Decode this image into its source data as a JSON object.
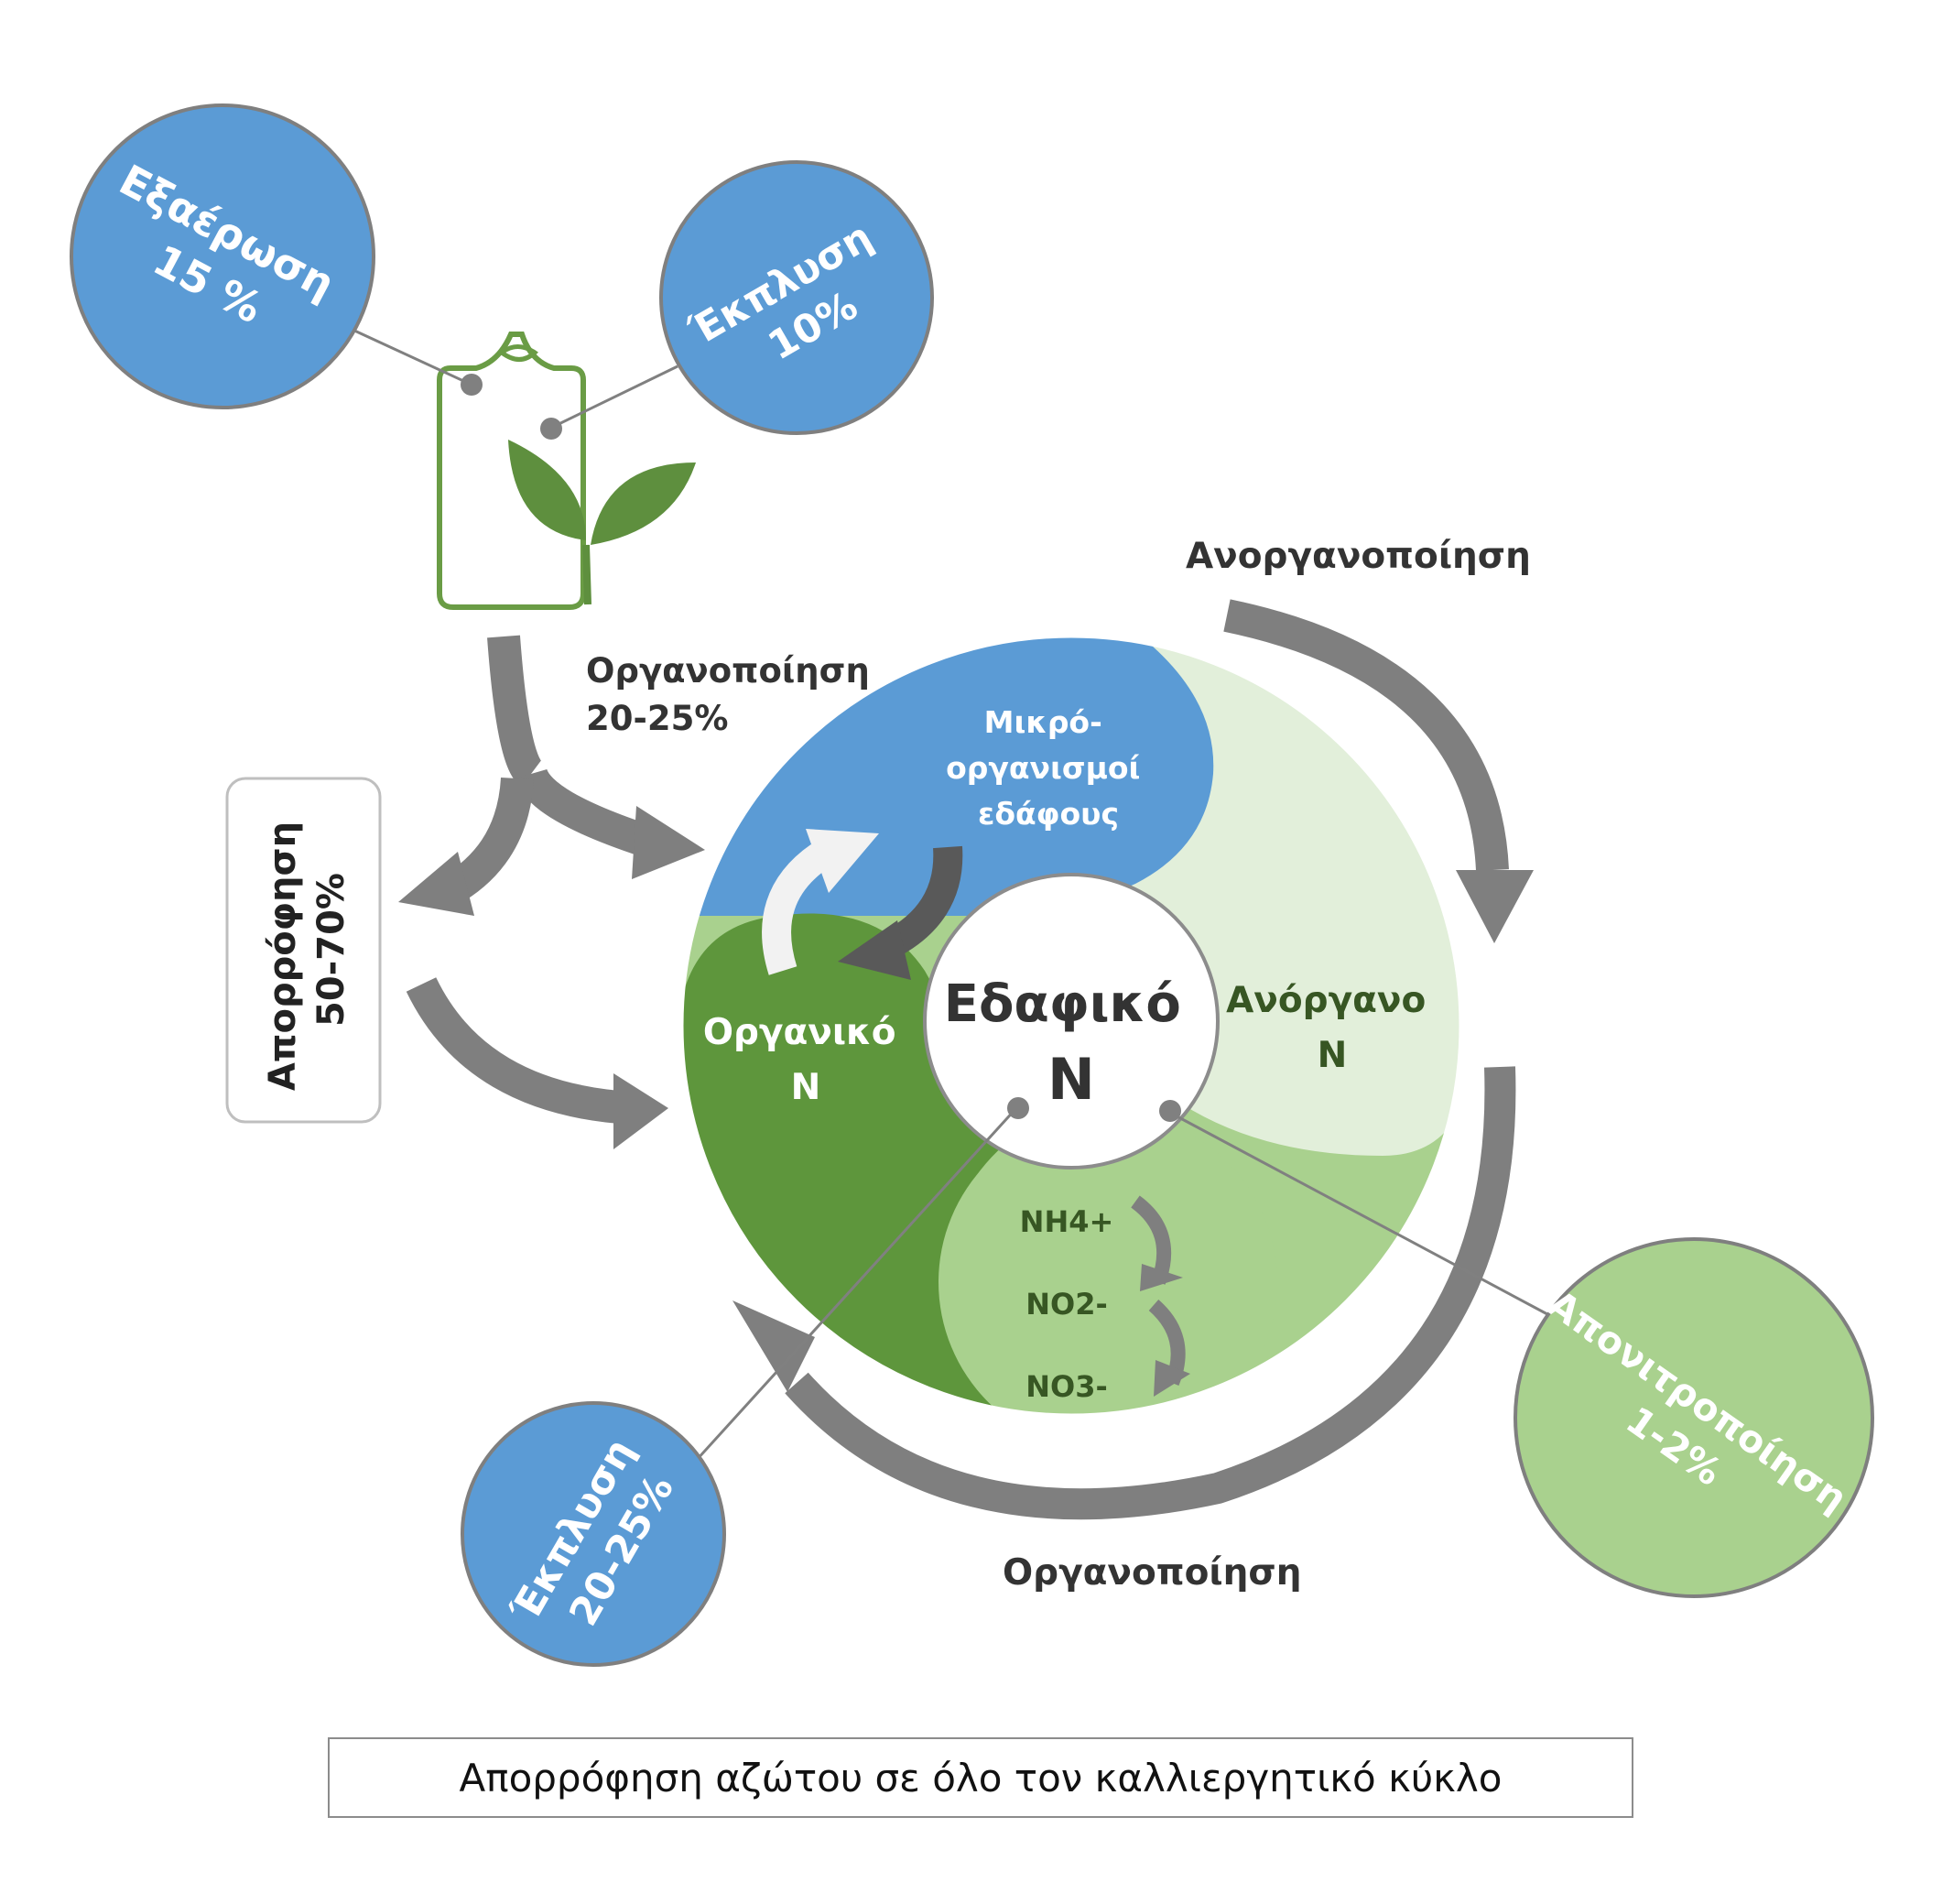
{
  "outer_circles": {
    "volatilization": {
      "name": "Εξαέρωση",
      "value": "15 %"
    },
    "leaching_top": {
      "name": "Έκπλυση",
      "value": "10%"
    },
    "leaching_bottom": {
      "name": "Έκπλυση",
      "value": "20-25%"
    },
    "denitrification": {
      "name": "Απονιτροποίηση",
      "value": "1-2%"
    }
  },
  "labels": {
    "organopoiisi_top_line1": "Οργανοποίηση",
    "organopoiisi_top_line2": "20-25%",
    "anorganopoiisi": "Ανοργανοποίηση",
    "organopoiisi_bottom": "Οργανοποίηση"
  },
  "absorption_box": {
    "line1": "Απορρόφηση",
    "line2": "50-70%"
  },
  "ring": {
    "microorganisms": [
      "Μικρό-",
      "οργανισμοί",
      "εδάφους"
    ],
    "organic": [
      "Οργανικό",
      "N"
    ],
    "inorganic": [
      "Ανόργανο",
      "N"
    ],
    "ions": [
      "NH4+",
      "NO2-",
      "NO3-"
    ],
    "center": [
      "Εδαφικό",
      "N"
    ]
  },
  "caption": "Απορρόφηση αζώτου σε όλο τον καλλιεργητικό κύκλο",
  "colors": {
    "blue": "#5b9bd5",
    "dark_green": "#5e963c",
    "light_green": "#a9d18e",
    "pale_green": "#e2efda",
    "arrow_gray": "#7f7f7f",
    "dark_text": "#333333",
    "organic_label": "#375623"
  }
}
